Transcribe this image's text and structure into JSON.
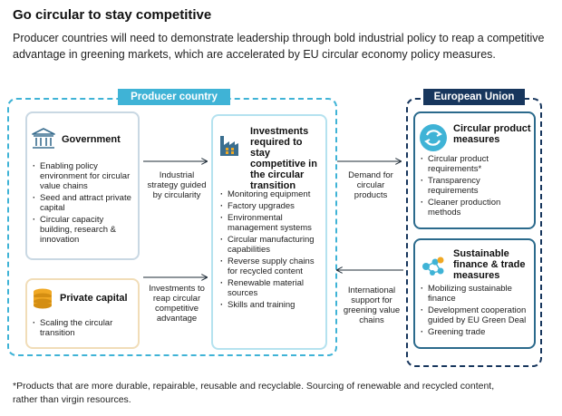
{
  "header": {
    "title": "Go circular to stay competitive",
    "subtitle": "Producer countries will need to demonstrate leadership through bold industrial policy to reap a competitive advantage in greening markets, which are accelerated by EU circular economy policy measures."
  },
  "producer": {
    "label": "Producer country",
    "government": {
      "title": "Government",
      "items": [
        "Enabling policy environment for circular value chains",
        "Seed and attract private capital",
        "Circular capacity building, research & innovation"
      ]
    },
    "private_capital": {
      "title": "Private capital",
      "items": [
        "Scaling the circular transition"
      ]
    },
    "investments": {
      "title": "Investments required to stay competitive in the circular transition",
      "items": [
        "Monitoring equipment",
        "Factory upgrades",
        "Environmental management systems",
        "Circular manufacturing capabilities",
        "Reverse supply chains for recycled content",
        "Renewable material sources",
        "Skills and training"
      ]
    }
  },
  "flows": {
    "industrial_strategy": "Industrial strategy guided by circularity",
    "investments_reap": "Investments to reap circular competitive advantage",
    "demand": "Demand for circular products",
    "international_support": "International support for greening value chains"
  },
  "eu": {
    "label": "European Union",
    "circular_product": {
      "title": "Circular product measures",
      "items": [
        "Circular product requirements*",
        "Transparency requirements",
        "Cleaner production methods"
      ]
    },
    "finance": {
      "title": "Sustainable finance & trade measures",
      "items": [
        "Mobilizing sustainable finance",
        "Development cooperation guided by EU Green Deal",
        "Greening trade"
      ]
    }
  },
  "footnote": "*Products that are more durable, repairable, reusable and recyclable. Sourcing of renewable and recycled content, rather than virgin resources.",
  "icons": {
    "government": "government-building-icon",
    "private_capital": "coin-stack-icon",
    "investments": "factory-icon",
    "circular_product": "circular-arrows-icon",
    "finance": "finance-network-icon"
  },
  "colors": {
    "producer_accent": "#3fb3d6",
    "eu_accent": "#17365d",
    "eu_box_border": "#2b6a8c",
    "government_border": "#c9d8e3",
    "private_border": "#f1ddb8",
    "investments_border": "#b5e2ef",
    "icon_orange": "#f0a823"
  }
}
